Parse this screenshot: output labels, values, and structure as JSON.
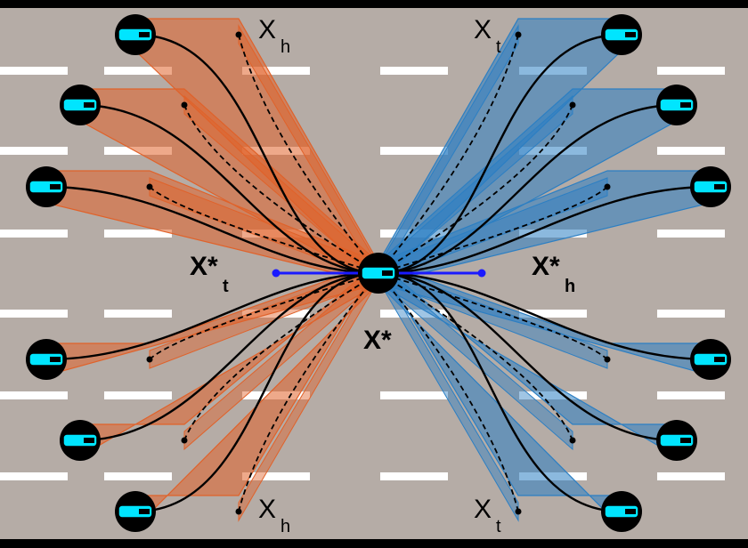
{
  "colors": {
    "road": "#b5aca6",
    "frame": "#000000",
    "lane_marking": "#ffffff",
    "left_fan": "#e0622a",
    "right_fan": "#2c7fc3",
    "connector": "#1a1aff",
    "robot_body": "#000000",
    "robot_face": "#00e5ff"
  },
  "labels": {
    "center": "X*",
    "left_target_base": "X*",
    "left_target_sub": "t",
    "right_target_base": "X*",
    "right_target_sub": "h",
    "top_left_base": "X",
    "top_left_sub": "h",
    "bottom_left_base": "X",
    "bottom_left_sub": "h",
    "top_right_base": "X",
    "top_right_sub": "t",
    "bottom_right_base": "X",
    "bottom_right_sub": "t"
  },
  "icons": {
    "robot": "robot-icon",
    "waypoint": "dot-icon"
  }
}
